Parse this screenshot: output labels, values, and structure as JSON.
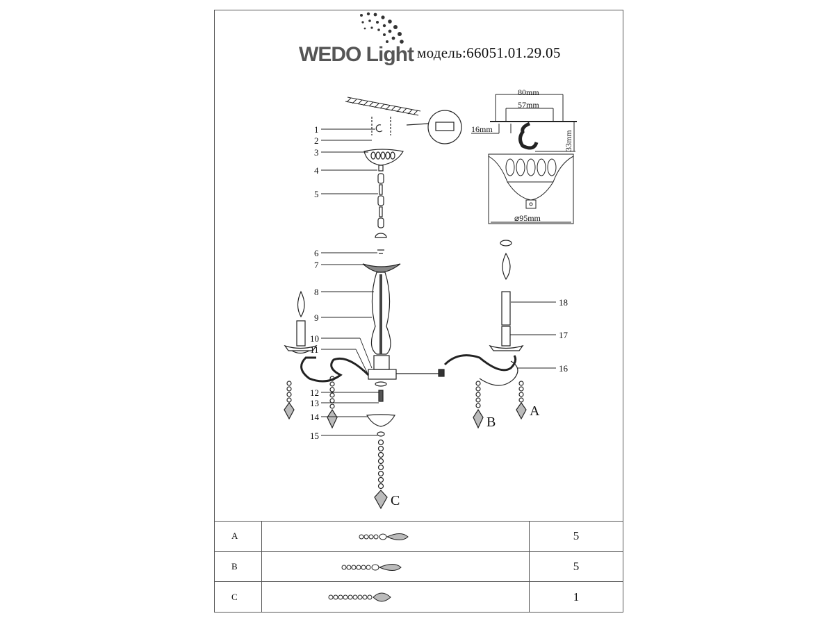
{
  "header": {
    "brand": "WEDO Light",
    "model": "модель:66051.01.29.05"
  },
  "dimensions": {
    "width_outer": "80mm",
    "width_inner": "57mm",
    "offset": "16mm",
    "height": "33mm",
    "diameter": "⌀95mm"
  },
  "parts": [
    "1",
    "2",
    "3",
    "4",
    "5",
    "6",
    "7",
    "8",
    "9",
    "10",
    "11",
    "12",
    "13",
    "14",
    "15",
    "16",
    "17",
    "18"
  ],
  "pendant_labels": {
    "a": "A",
    "b": "B",
    "c": "C"
  },
  "table": {
    "rows": [
      {
        "key": "A",
        "qty": "5"
      },
      {
        "key": "B",
        "qty": "5"
      },
      {
        "key": "C",
        "qty": "1"
      }
    ]
  }
}
